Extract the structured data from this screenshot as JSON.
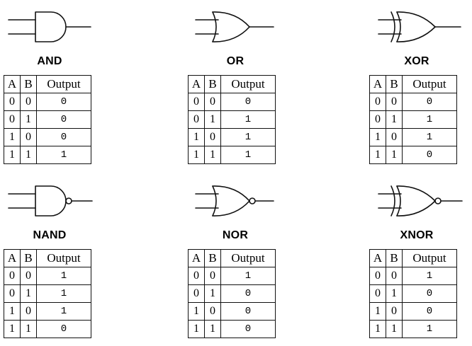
{
  "headers": {
    "a": "A",
    "b": "B",
    "output": "Output"
  },
  "gates": [
    {
      "name": "AND",
      "rows": [
        [
          "0",
          "0",
          "0"
        ],
        [
          "0",
          "1",
          "0"
        ],
        [
          "1",
          "0",
          "0"
        ],
        [
          "1",
          "1",
          "1"
        ]
      ]
    },
    {
      "name": "OR",
      "rows": [
        [
          "0",
          "0",
          "0"
        ],
        [
          "0",
          "1",
          "1"
        ],
        [
          "1",
          "0",
          "1"
        ],
        [
          "1",
          "1",
          "1"
        ]
      ]
    },
    {
      "name": "XOR",
      "rows": [
        [
          "0",
          "0",
          "0"
        ],
        [
          "0",
          "1",
          "1"
        ],
        [
          "1",
          "0",
          "1"
        ],
        [
          "1",
          "1",
          "0"
        ]
      ]
    },
    {
      "name": "NAND",
      "rows": [
        [
          "0",
          "0",
          "1"
        ],
        [
          "0",
          "1",
          "1"
        ],
        [
          "1",
          "0",
          "1"
        ],
        [
          "1",
          "1",
          "0"
        ]
      ]
    },
    {
      "name": "NOR",
      "rows": [
        [
          "0",
          "0",
          "1"
        ],
        [
          "0",
          "1",
          "0"
        ],
        [
          "1",
          "0",
          "0"
        ],
        [
          "1",
          "1",
          "0"
        ]
      ]
    },
    {
      "name": "XNOR",
      "rows": [
        [
          "0",
          "0",
          "1"
        ],
        [
          "0",
          "1",
          "0"
        ],
        [
          "1",
          "0",
          "0"
        ],
        [
          "1",
          "1",
          "1"
        ]
      ]
    }
  ]
}
